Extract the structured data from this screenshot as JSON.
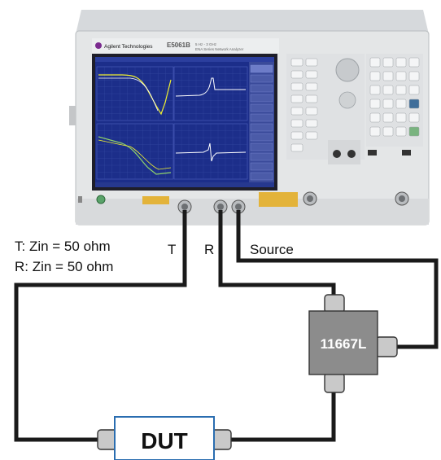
{
  "instrument": {
    "brand": "Agilent Technologies",
    "model": "E5061B",
    "subtitle": "5 Hz - 3 GHz",
    "description": "ENA Series Network Analyzer",
    "colors": {
      "body": "#e4e6e7",
      "screen_bg": "#1c2e8a",
      "trace_yellow": "#f2f230",
      "trace_green": "#8fd36a",
      "trace_white": "#ffffff"
    }
  },
  "labels": {
    "port_t": "T",
    "port_r": "R",
    "port_source": "Source",
    "zin_t": "T: Zin = 50 ohm",
    "zin_r": "R: Zin = 50 ohm",
    "splitter": "11667L",
    "dut": "DUT"
  },
  "colors": {
    "cable": "#1a1a1a",
    "splitter_fill": "#8c8c8c",
    "connector_fill": "#c9c9c9",
    "dut_border": "#2a6db0",
    "dut_text": "#111111"
  }
}
